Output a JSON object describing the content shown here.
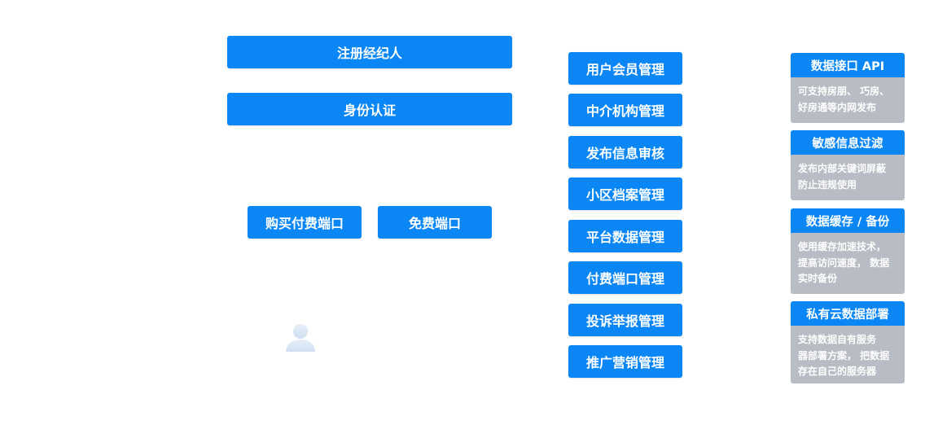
{
  "left": {
    "register": "注册经纪人",
    "identity": "身份认证",
    "buy_port": "购买付费端口",
    "free_port": "免费端口"
  },
  "management": [
    "用户会员管理",
    "中介机构管理",
    "发布信息审核",
    "小区档案管理",
    "平台数据管理",
    "付费端口管理",
    "投诉举报管理",
    "推广营销管理"
  ],
  "cards": [
    {
      "title": "数据接口 API",
      "lines": [
        "可支持房朋、 巧房、",
        "好房通等内网发布"
      ]
    },
    {
      "title": "敏感信息过滤",
      "lines": [
        "发布内部关键词屏蔽",
        "防止违规使用"
      ]
    },
    {
      "title": "数据缓存 / 备份",
      "lines": [
        "使用缓存加速技术，",
        "提高访问速度， 数据",
        "实时备份"
      ]
    },
    {
      "title": "私有云数据部署",
      "lines": [
        "支持数据自有服务",
        "器部署方案， 把数据",
        "存在自己的服务器"
      ]
    }
  ],
  "colors": {
    "primary": "#0a87f5",
    "card_body": "#b8bcc4"
  },
  "icons": {
    "avatar": "user-silhouette-icon"
  }
}
